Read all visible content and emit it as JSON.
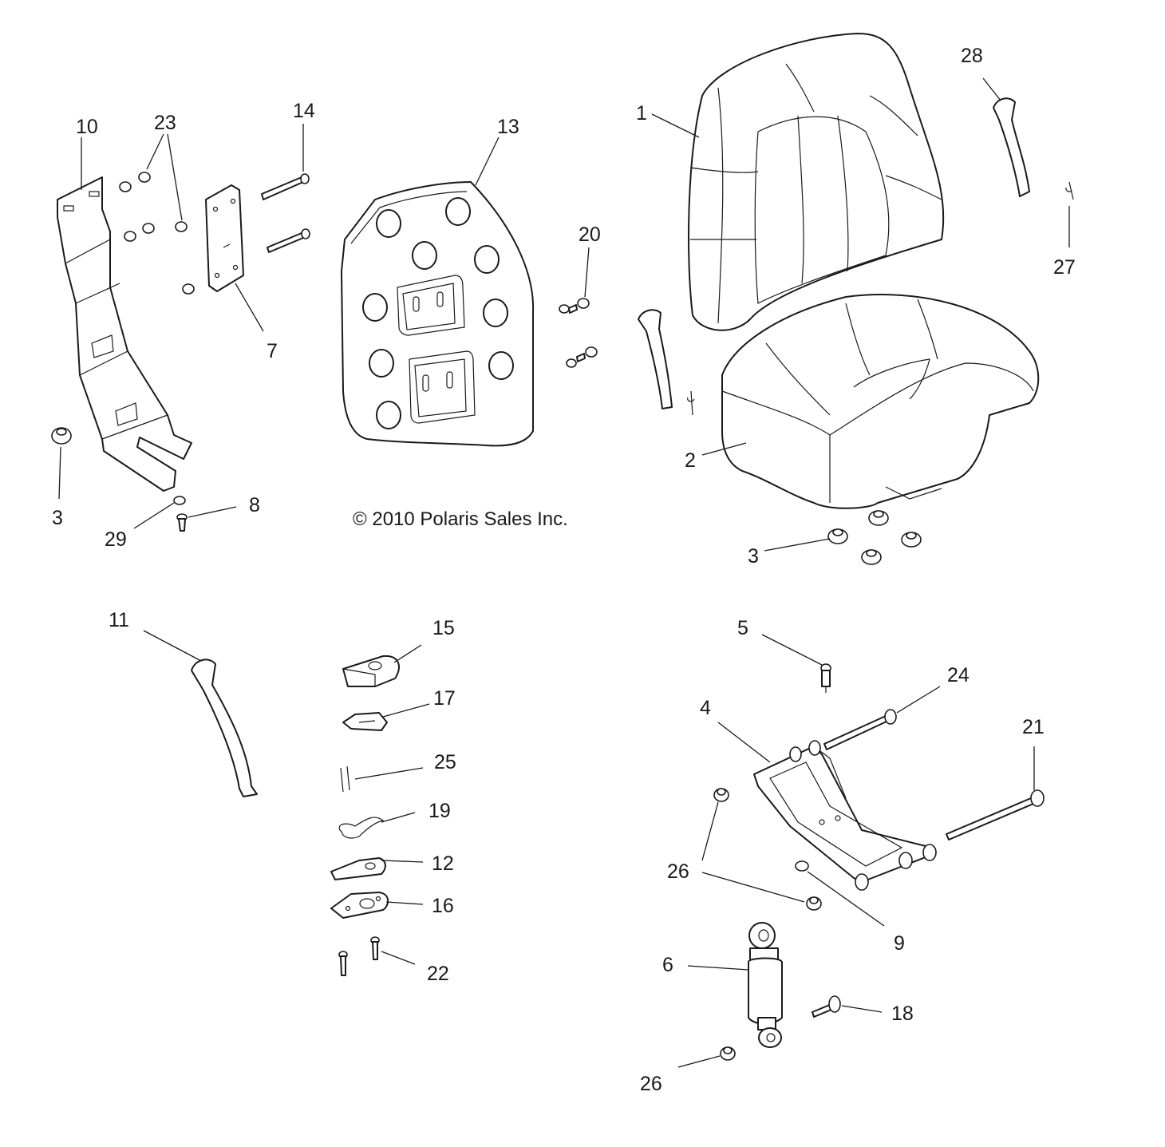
{
  "copyright": "© 2010 Polaris Sales Inc.",
  "callouts": [
    {
      "id": "c1",
      "text": "1"
    },
    {
      "id": "c2",
      "text": "2"
    },
    {
      "id": "c3a",
      "text": "3"
    },
    {
      "id": "c3b",
      "text": "3"
    },
    {
      "id": "c4",
      "text": "4"
    },
    {
      "id": "c5",
      "text": "5"
    },
    {
      "id": "c6",
      "text": "6"
    },
    {
      "id": "c7",
      "text": "7"
    },
    {
      "id": "c8",
      "text": "8"
    },
    {
      "id": "c9",
      "text": "9"
    },
    {
      "id": "c10",
      "text": "10"
    },
    {
      "id": "c11",
      "text": "11"
    },
    {
      "id": "c12",
      "text": "12"
    },
    {
      "id": "c13",
      "text": "13"
    },
    {
      "id": "c14",
      "text": "14"
    },
    {
      "id": "c15",
      "text": "15"
    },
    {
      "id": "c16",
      "text": "16"
    },
    {
      "id": "c17",
      "text": "17"
    },
    {
      "id": "c18",
      "text": "18"
    },
    {
      "id": "c19",
      "text": "19"
    },
    {
      "id": "c20",
      "text": "20"
    },
    {
      "id": "c21",
      "text": "21"
    },
    {
      "id": "c22",
      "text": "22"
    },
    {
      "id": "c23",
      "text": "23"
    },
    {
      "id": "c24",
      "text": "24"
    },
    {
      "id": "c25",
      "text": "25"
    },
    {
      "id": "c26a",
      "text": "26"
    },
    {
      "id": "c26b",
      "text": "26"
    },
    {
      "id": "c27",
      "text": "27"
    },
    {
      "id": "c28",
      "text": "28"
    },
    {
      "id": "c29",
      "text": "29"
    }
  ]
}
